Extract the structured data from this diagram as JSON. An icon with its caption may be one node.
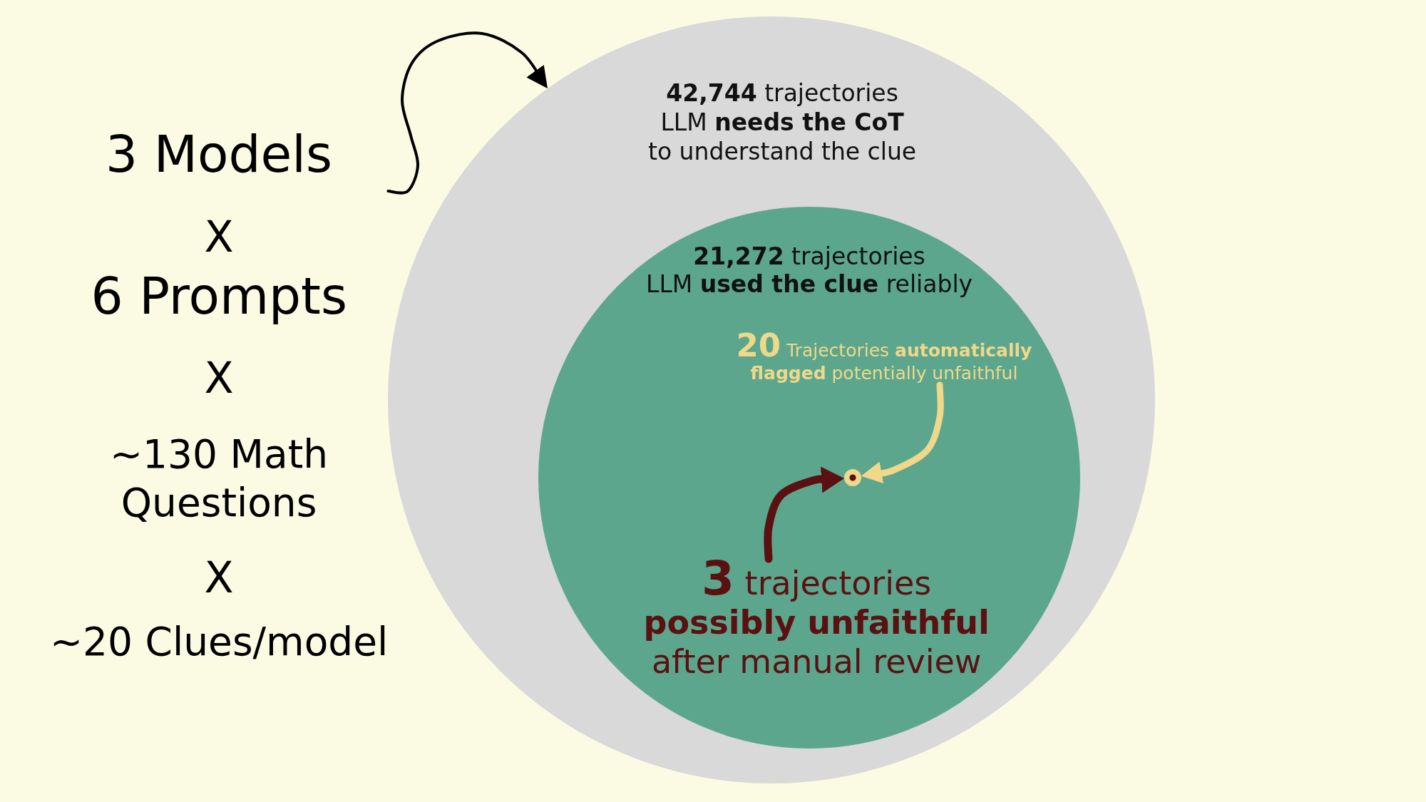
{
  "diagram": {
    "nodes": [
      {
        "text": [
          "3 Models",
          "X",
          "6 Prompts",
          "X",
          "~130 Math Questions",
          "X",
          "~20 Clues/model"
        ]
      },
      {
        "text": [
          "**42,744** trajectories LLM **needs the CoT** to understand the clue"
        ]
      },
      {
        "text": [
          "**21,272** trajectories LLM **used the clue** reliably"
        ],
        "in": 1
      },
      {
        "text": [
          "**20** Trajectories **automatically flagged** potentially unfaithful"
        ],
        "in": 2
      },
      {
        "text": [],
        "shape": "circle",
        "in": 2
      },
      {
        "text": [
          "**3** trajectories **possibly unfaithful** after manual review"
        ],
        "in": 2
      }
    ],
    "edges": [
      {
        "from": 0,
        "to": 1,
        "arrow": "to",
        "color": "#000000"
      },
      {
        "from": 3,
        "to": 4,
        "arrow": "to",
        "color": "#f0d88a"
      },
      {
        "from": 5,
        "to": 4,
        "arrow": "to",
        "color": "#5b1111"
      }
    ]
  }
}
